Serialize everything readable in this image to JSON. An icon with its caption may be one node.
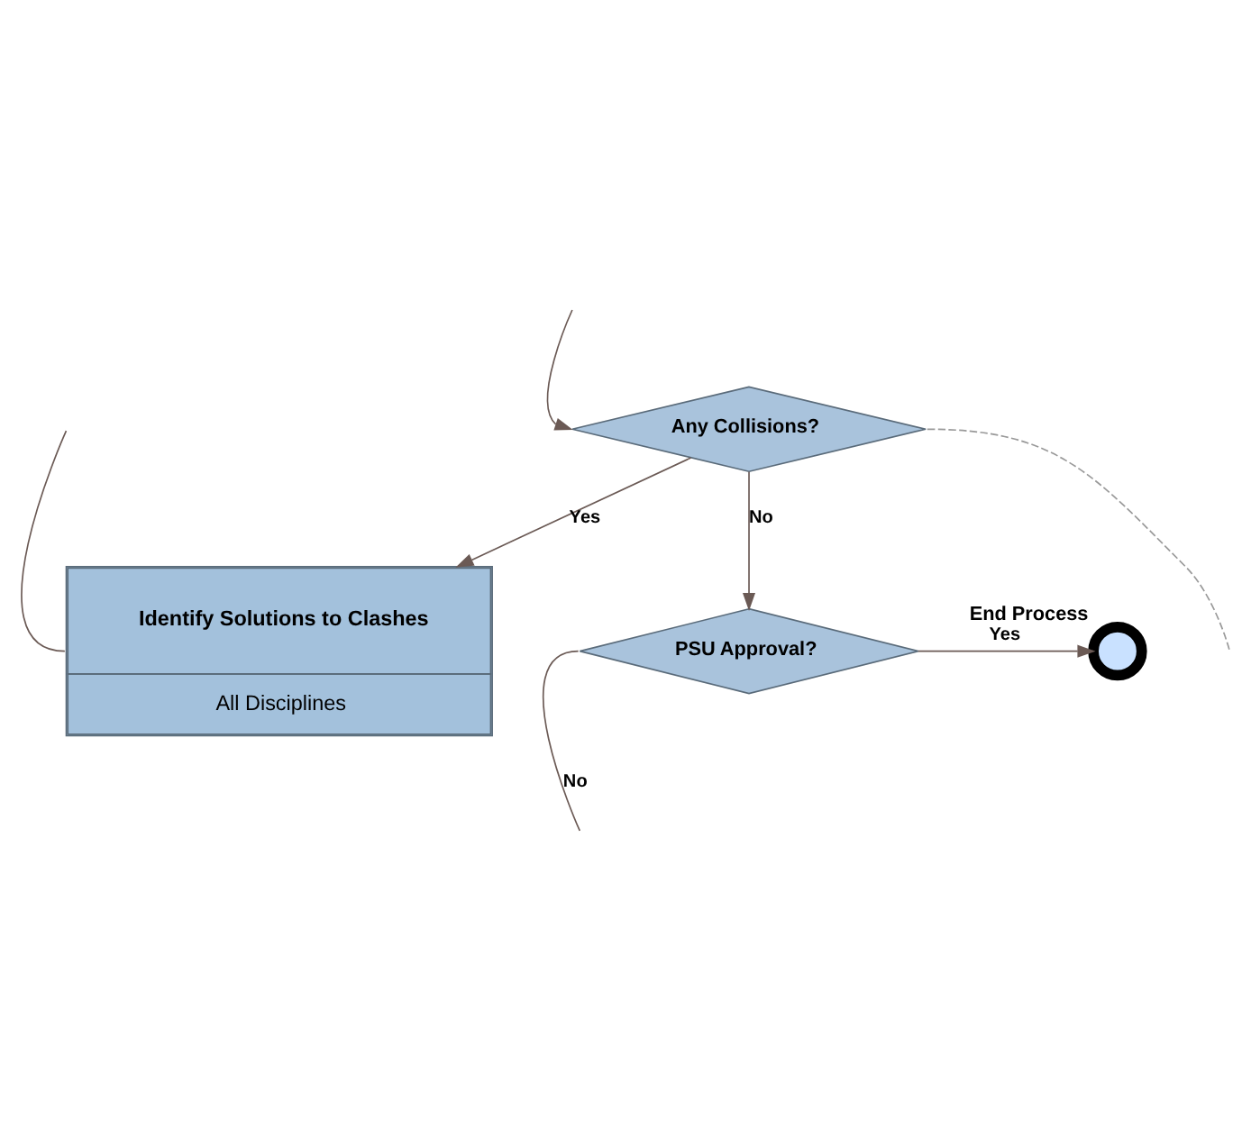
{
  "diagram": {
    "nodes": [
      {
        "text": [
          "Identify Solutions to Clashes",
          "All Disciplines"
        ]
      },
      {
        "text": [
          "Any Collisions?"
        ]
      },
      {
        "text": [
          "PSU Approval?"
        ]
      },
      {
        "text": [
          "End Process"
        ]
      }
    ],
    "edges": [
      {
        "from": null,
        "to": 0,
        "arrow": "none"
      },
      {
        "from": 1,
        "to": 0,
        "arrow": "to",
        "label": "Yes"
      },
      {
        "from": 1,
        "to": null,
        "arrow": "none",
        "style": "dashed",
        "color": "#999999"
      },
      {
        "from": 1,
        "to": 2,
        "arrow": "to",
        "label": "No"
      },
      {
        "from": null,
        "to": 1,
        "arrow": "to"
      },
      {
        "from": 2,
        "to": null,
        "arrow": "none",
        "label": "No"
      },
      {
        "from": 2,
        "to": 3,
        "arrow": "to",
        "label": "Yes"
      }
    ]
  }
}
